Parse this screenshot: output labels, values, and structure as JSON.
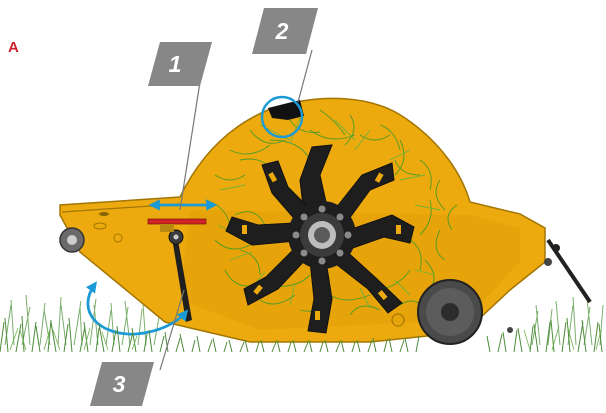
{
  "figure": {
    "letter": "A",
    "callouts": [
      {
        "number": "1"
      },
      {
        "number": "2"
      },
      {
        "number": "3"
      }
    ]
  },
  "colors": {
    "housing": "#ecaa0e",
    "housing_outline": "#a27605",
    "rotor": "#1e1e1e",
    "grass": "#3f9a2a",
    "callout_box": "#878787",
    "callout_text": "#ffffff",
    "indicator": "#1c9ad6",
    "adjust_bar": "#d02525",
    "figure_letter": "#d0202a"
  },
  "icons": [
    "double-arrow-icon",
    "circle-marker-icon",
    "rotate-arrow-icon"
  ]
}
